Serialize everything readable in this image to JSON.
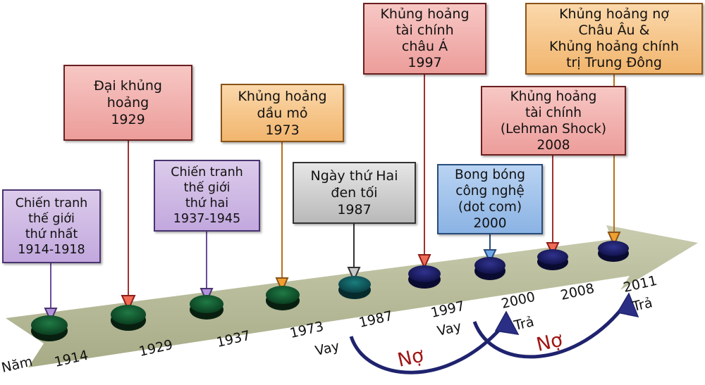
{
  "diagram": {
    "type": "timeline",
    "title": "",
    "year_prefix": "Năm",
    "colors": {
      "arrow_band": "#b5b994",
      "marker_green": "#0f5a2e",
      "marker_teal": "#0b5a5f",
      "marker_navy": "#1c1e6a",
      "purple": "#c2a8de",
      "red": "#ec9d9a",
      "orange": "#f1b56d",
      "gray": "#c7c7c7",
      "blue": "#8bb3e4",
      "debt_text": "#a01515",
      "debt_arrow": "#1f236e"
    },
    "events": [
      {
        "id": "ww1",
        "lines": [
          "Chiến tranh",
          "thế giới",
          "thứ nhất",
          "1914-1918"
        ],
        "color": "purple",
        "year": "1914"
      },
      {
        "id": "great-depression",
        "lines": [
          "Đại khủng",
          "hoảng",
          "1929"
        ],
        "color": "red",
        "year": "1929"
      },
      {
        "id": "ww2",
        "lines": [
          "Chiến tranh",
          "thế giới",
          "thứ hai",
          "1937-1945"
        ],
        "color": "purple",
        "year": "1937"
      },
      {
        "id": "oil-crisis",
        "lines": [
          "Khủng hoảng",
          "dầu mỏ",
          "1973"
        ],
        "color": "orange",
        "year": "1973"
      },
      {
        "id": "black-monday",
        "lines": [
          "Ngày thứ Hai",
          "đen tối",
          "1987"
        ],
        "color": "gray",
        "year": "1987"
      },
      {
        "id": "asian-crisis",
        "lines": [
          "Khủng hoảng",
          "tài chính",
          "châu Á",
          "1997"
        ],
        "color": "red",
        "year": "1997"
      },
      {
        "id": "dotcom",
        "lines": [
          "Bong bóng",
          "công nghệ",
          "(dot com)",
          "2000"
        ],
        "color": "blue",
        "year": "2000"
      },
      {
        "id": "lehman",
        "lines": [
          "Khủng hoảng",
          "tài chính",
          "(Lehman Shock)",
          "2008"
        ],
        "color": "red",
        "year": "2008"
      },
      {
        "id": "euro-debt",
        "lines": [
          "Khủng hoảng nợ",
          "Châu Âu &",
          "Khủng hoảng chính",
          "trị Trung Đông"
        ],
        "color": "orange",
        "year": "2011"
      }
    ],
    "debt_cycles": [
      {
        "borrow_label": "Vay",
        "borrow_year": "1973",
        "repay_label": "Trả",
        "repay_year": "2000",
        "debt_label": "Nợ"
      },
      {
        "borrow_label": "Vay",
        "borrow_year": "1997",
        "repay_label": "Trả",
        "repay_year": "2011",
        "debt_label": "Nợ"
      }
    ]
  }
}
